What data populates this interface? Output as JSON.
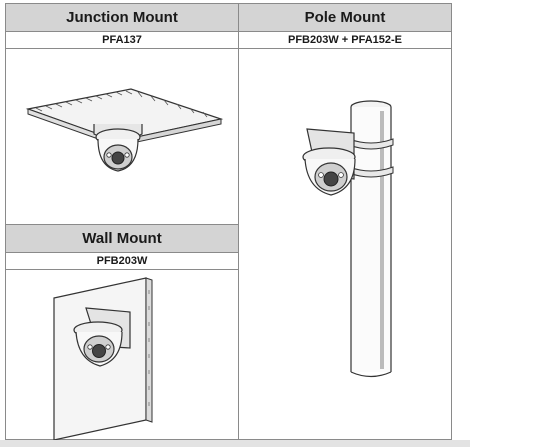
{
  "junction": {
    "title": "Junction Mount",
    "model": "PFA137"
  },
  "pole": {
    "title": "Pole Mount",
    "model": "PFB203W + PFA152-E"
  },
  "wall": {
    "title": "Wall Mount",
    "model": "PFB203W"
  },
  "colors": {
    "header_bg": "#d4d4d4",
    "border": "#8a8a8a",
    "line": "#333333"
  }
}
